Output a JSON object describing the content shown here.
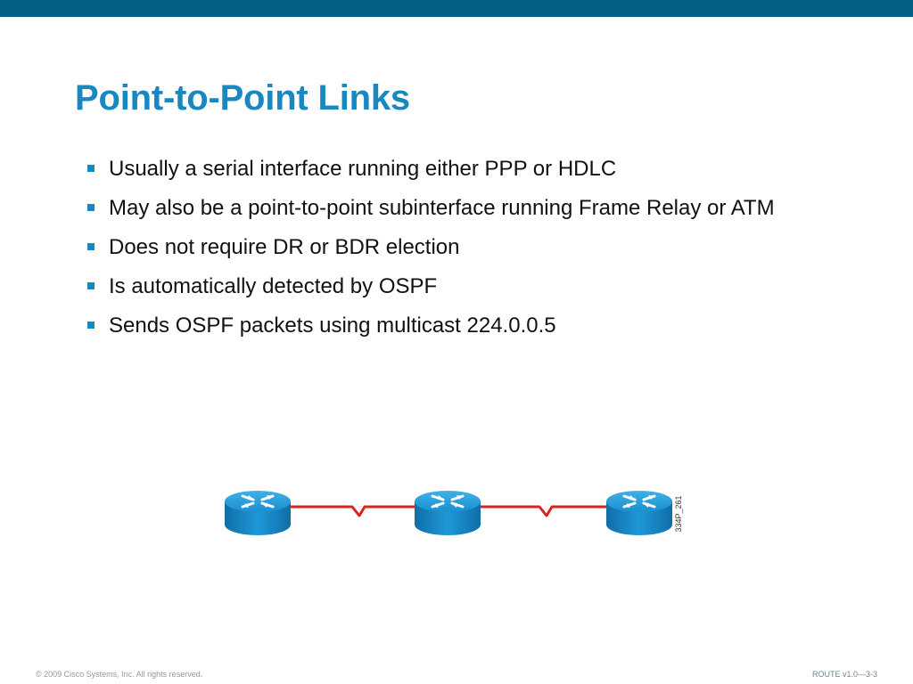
{
  "slide": {
    "title": "Point-to-Point Links",
    "bullets": [
      "Usually a serial interface running either PPP or HDLC",
      "May also be a point-to-point subinterface running Frame Relay or ATM",
      "Does not require DR or BDR election",
      "Is automatically detected by OSPF",
      "Sends OSPF packets using multicast 224.0.0.5"
    ]
  },
  "diagram": {
    "routers": [
      "router-icon",
      "router-icon",
      "router-icon"
    ],
    "links": [
      "serial-link",
      "serial-link"
    ],
    "figure_code": "334P_261"
  },
  "footer": {
    "copyright": "© 2009 Cisco Systems, Inc. All rights reserved.",
    "course": "ROUTE v1.0—3-3"
  },
  "colors": {
    "top_bar": "#045f86",
    "title": "#1a88c0",
    "bullet_marker": "#1a88c0",
    "router_body": "#1b8fcf",
    "serial_link": "#d8231f"
  }
}
